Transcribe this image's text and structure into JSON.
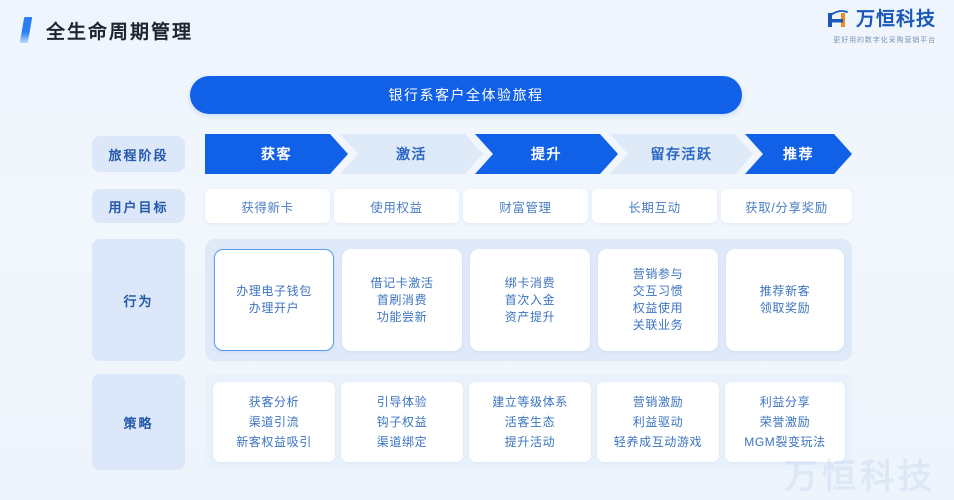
{
  "header": {
    "title": "全生命周期管理",
    "accent_color": "#2a7ef5",
    "brand_name": "万恒科技",
    "brand_tagline": "更好用的数字化采购营销平台",
    "brand_icon": "h-monogram-icon"
  },
  "banner": {
    "title": "银行系客户全体验旅程",
    "color": "#1060e8"
  },
  "rows": {
    "stage_label": "旅程阶段",
    "goal_label": "用户目标",
    "behavior_label": "行为",
    "strategy_label": "策略"
  },
  "stages": [
    {
      "label": "获客",
      "style": "dark"
    },
    {
      "label": "激活",
      "style": "light"
    },
    {
      "label": "提升",
      "style": "dark"
    },
    {
      "label": "留存活跃",
      "style": "light"
    },
    {
      "label": "推荐",
      "style": "dark"
    }
  ],
  "goals": [
    {
      "label": "获得新卡"
    },
    {
      "label": "使用权益"
    },
    {
      "label": "财富管理"
    },
    {
      "label": "长期互动"
    },
    {
      "label": "获取/分享奖励"
    }
  ],
  "behaviors": [
    {
      "lines": [
        "办理电子钱包",
        "办理开户"
      ],
      "highlight": true
    },
    {
      "lines": [
        "借记卡激活",
        "首刷消费",
        "功能尝新"
      ],
      "highlight": false
    },
    {
      "lines": [
        "绑卡消费",
        "首次入金",
        "资产提升"
      ],
      "highlight": false
    },
    {
      "lines": [
        "营销参与",
        "交互习惯",
        "权益使用",
        "关联业务"
      ],
      "highlight": false
    },
    {
      "lines": [
        "推荐新客",
        "领取奖励"
      ],
      "highlight": false
    }
  ],
  "strategies": [
    {
      "lines": [
        "获客分析",
        "渠道引流",
        "新客权益吸引"
      ]
    },
    {
      "lines": [
        "引导体验",
        "钩子权益",
        "渠道绑定"
      ]
    },
    {
      "lines": [
        "建立等级体系",
        "活客生态",
        "提升活动"
      ]
    },
    {
      "lines": [
        "营销激励",
        "利益驱动",
        "轻养成互动游戏"
      ]
    },
    {
      "lines": [
        "利益分享",
        "荣誉激励",
        "MGM裂变玩法"
      ]
    }
  ],
  "watermark": "万恒科技",
  "colors": {
    "page_background": "#eef4fc",
    "primary_blue": "#1060e8",
    "light_blue": "#dfeaf9",
    "chip_blue": "#dce8fa",
    "card_text": "#3c74c0"
  }
}
